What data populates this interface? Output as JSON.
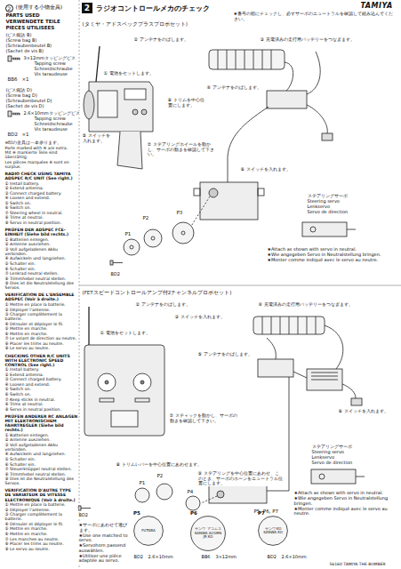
{
  "diagram": {
    "nodes": [
      {
        "text": [
          "2",
          "ラジオコントロールメカのチェック"
        ]
      },
      {
        "text": [
          "P5",
          "FUTABA"
        ]
      },
      {
        "text": [
          "P6",
          "サンワ アコムス",
          "SANWA ACOMS JR KO"
        ]
      },
      {
        "text": [
          "P7",
          "サンワ KO",
          "SANWA KO"
        ]
      }
    ],
    "labels": [
      "2",
      "(使用する小物金具)",
      "PARTS USED",
      "VERWENDETE TEILE",
      "PIECES UTILISEES",
      "(ビス袋詰 B)",
      "(Screw bag B)",
      "(Schraubenbeutel B)",
      "(Sachet de vis B)",
      "3×12mmタッピングビス",
      "Tapping screw",
      "Schneidschraube",
      "Vis taraudeuse",
      "BB6",
      "×1",
      "(ビス袋詰 D)",
      "(Screw bag D)",
      "(Schraubenbeutel D)",
      "(Sachet de vis D)",
      "2.6×10mmタッピングビス",
      "Tapping screw",
      "Schneidschraube",
      "Vis taraudeuse",
      "BD2",
      "×1",
      "※印の金具は一本余ります。",
      "Parts marked with ※ are extra.",
      "Mit ※ markierte Teile sind überzählig.",
      "Les pièces marquées ※ sont en surplus.",
      "RADIO CHECK USING TAMIYA ADSPEC R/C UNIT (See right.)",
      "① Install battery.",
      "② Extend antenna.",
      "③ Connect charged battery.",
      "④ Loosen and extend.",
      "⑤ Switch on.",
      "⑥ Switch on.",
      "⑦ Steering wheel in neutral.",
      "⑧ Trims at neutral.",
      "⑨ Servo in neutral position.",
      "PRÜFEN DER ADSPEC FCE-EINHEIT (Siehe bild rechts.)",
      "① Batterien einlegen.",
      "② Antenne ausziehen.",
      "③ Voll aufgeladenen Akku verbinden.",
      "④ Aufwickeln und langziehen.",
      "⑤ Schalter ein.",
      "⑥ Schalter ein.",
      "⑦ Lenkrad neutral stellen.",
      "⑧ Trimmhebel neutral stellen.",
      "⑨ Dies ist die Neutralstellung des Servos.",
      "VERIFICATION DE L'ENSEMBLE ADSPEC (Voir à droite.)",
      "① Mettre en place la batterie.",
      "② Déployer l'antenne.",
      "③ Charger complètement la batterie.",
      "④ Dérouler et déployer le fil.",
      "⑤ Mettre en marche.",
      "⑥ Mettre en marche.",
      "⑦ Le volant de direction au neutre.",
      "⑧ Placer les trims au neutre.",
      "⑨ Le servo au neutre.",
      "CHECKING OTHER R/C UNITS WITH ELECTRONIC SPEED CONTROL (See right.)",
      "① Install battery.",
      "② Extend antenna.",
      "③ Connect charged battery.",
      "④ Loosen and extend.",
      "⑤ Switch on.",
      "⑥ Switch on.",
      "⑦ Keep sticks in neutral.",
      "⑧ Trims at neutral.",
      "⑨ Servo in neutral position.",
      "PRÜFEN ANDERER RC ANLAGEN MIT ELEKTRONISCHEM FAHRTREGLER (Siehe bild rechts.)",
      "① Batterien einlegen.",
      "② Antenne ausziehen.",
      "③ Voll aufgeladenen Akku verbinden.",
      "④ Aufwickeln und langziehen.",
      "⑤ Schalter ein.",
      "⑥ Schalter ein.",
      "⑦ Steuerknüppel neutral stellen.",
      "⑧ Trimmhebel neutral stellen.",
      "⑨ Dies ist die Neutralstellung des Servos.",
      "VERIFICATION D'AUTRE TYPE DE VARIATEUR DE VITESSE ELECTRONIQUE (Voir à droite.)",
      "① Mettre en place la batterie.",
      "② Déployer l'antenne.",
      "③ Charger complètement la batterie.",
      "④ Dérouler et déployer le fil.",
      "⑤ Mettre en marche.",
      "⑥ Mettre en marche.",
      "⑦ Les manches au neutre.",
      "⑧ Placer les trims au neutre.",
      "⑨ Le servo au neutre.",
      "TAMIYA",
      "★番号の順にチェックし、必ずサーボのニュートラルを確認して組み込んでください。",
      "(タミヤ・アドスペックプラスプロポセット)",
      "② アンテナをのばします。",
      "① 電池をセットします。",
      "③ 充電済みの走行用バッテリーをつなぎます。",
      "④ アンテナをのばします。",
      "⑧ トリムを中心位置にします。",
      "⑤ スイッチを入れます。",
      "⑦ ステアリングホイールを動かし、サーボの動きを確認して下さい。",
      "⑥ スイッチを入れます。",
      "ステアリングサーボ",
      "Steering servo",
      "Lenkservo",
      "Servo de direction",
      "P1",
      "P2",
      "P3",
      "BD2",
      "★Attach as shown with servo in neutral.",
      "★Wie angegeben Servo in Neutralstellung bringen.",
      "★Monter comme indiqué avec le servo au neutre.",
      "(FETスピードコントロールアンプ付2チャンネルプロポセット)",
      "② アンテナをのばします。",
      "③ スイッチを入れます。",
      "④ 充電済みの走行用バッテリーをつなぎます。",
      "① 電池をセットします。",
      "⑤ アンテナをのばします。",
      "⑥ スイッチを入れます。",
      "⑦ スティックを動かし、サーボの動きを確認して下さい。",
      "⑧ トリムレバーを中心位置にあわせます。",
      "⑨ ステアリングを中心位置にあわせ、このとき、サーボのホーンをニュートラル位置にします。",
      "ステアリングサーボ",
      "Steering servo",
      "Lenkservo",
      "Servo de direction",
      "P1",
      "P2",
      "P4",
      "P5, P6, P7",
      "★Attach as shown with servo in neutral.",
      "★Wie angegeben Servo in Neutralstellung bringen.",
      "★Monter comme indiqué avec le servo au neutre.",
      "BD2",
      "★サーボにあわせて選びます。",
      "★Use one matched to servo.",
      "★Servohorn passend auswählen.",
      "★Utiliser une pièce adaptée au servo.",
      "BB6",
      "3×12mm",
      "BD2",
      "2.6×10mm",
      "BD2",
      "2.6×10mm",
      "56160 TAMIYA THE BOMBER"
    ]
  }
}
